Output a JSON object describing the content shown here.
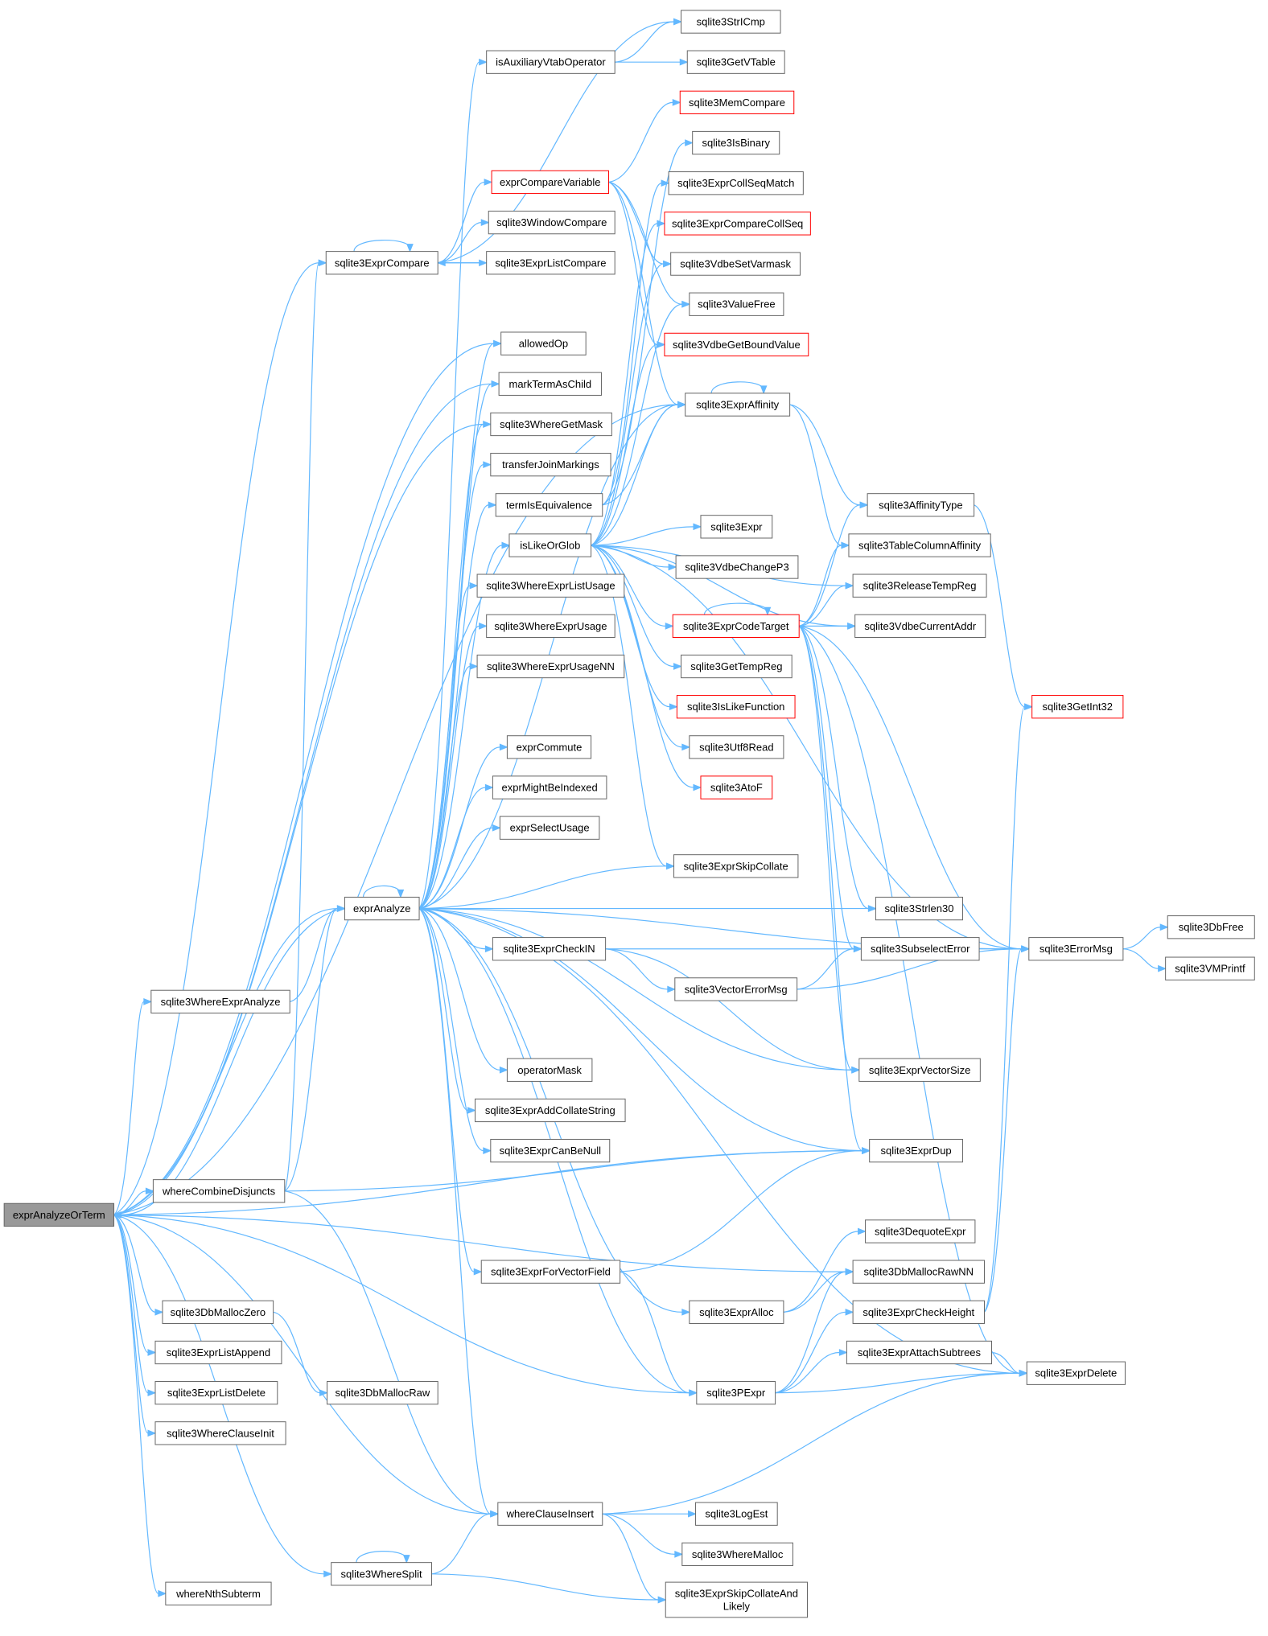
{
  "graph": {
    "nodes": [
      {
        "id": "exprAnalyzeOrTerm",
        "label": "exprAnalyzeOrTerm",
        "root": true
      },
      {
        "id": "sqlite3StrICmp",
        "label": "sqlite3StrICmp"
      },
      {
        "id": "isAuxiliaryVtabOperator",
        "label": "isAuxiliaryVtabOperator"
      },
      {
        "id": "sqlite3GetVTable",
        "label": "sqlite3GetVTable"
      },
      {
        "id": "sqlite3MemCompare",
        "label": "sqlite3MemCompare",
        "red": true
      },
      {
        "id": "sqlite3IsBinary",
        "label": "sqlite3IsBinary"
      },
      {
        "id": "exprCompareVariable",
        "label": "exprCompareVariable",
        "red": true
      },
      {
        "id": "sqlite3ExprCollSeqMatch",
        "label": "sqlite3ExprCollSeqMatch"
      },
      {
        "id": "sqlite3WindowCompare",
        "label": "sqlite3WindowCompare"
      },
      {
        "id": "sqlite3ExprCompareCollSeq",
        "label": "sqlite3ExprCompareCollSeq",
        "red": true
      },
      {
        "id": "sqlite3ExprCompare",
        "label": "sqlite3ExprCompare"
      },
      {
        "id": "sqlite3ExprListCompare",
        "label": "sqlite3ExprListCompare"
      },
      {
        "id": "sqlite3VdbeSetVarmask",
        "label": "sqlite3VdbeSetVarmask"
      },
      {
        "id": "sqlite3ValueFree",
        "label": "sqlite3ValueFree"
      },
      {
        "id": "allowedOp",
        "label": "allowedOp"
      },
      {
        "id": "sqlite3VdbeGetBoundValue",
        "label": "sqlite3VdbeGetBoundValue",
        "red": true
      },
      {
        "id": "markTermAsChild",
        "label": "markTermAsChild"
      },
      {
        "id": "sqlite3ExprAffinity",
        "label": "sqlite3ExprAffinity"
      },
      {
        "id": "sqlite3WhereGetMask",
        "label": "sqlite3WhereGetMask"
      },
      {
        "id": "transferJoinMarkings",
        "label": "transferJoinMarkings"
      },
      {
        "id": "termIsEquivalence",
        "label": "termIsEquivalence"
      },
      {
        "id": "sqlite3AffinityType",
        "label": "sqlite3AffinityType"
      },
      {
        "id": "sqlite3Expr",
        "label": "sqlite3Expr"
      },
      {
        "id": "isLikeOrGlob",
        "label": "isLikeOrGlob"
      },
      {
        "id": "sqlite3TableColumnAffinity",
        "label": "sqlite3TableColumnAffinity"
      },
      {
        "id": "sqlite3VdbeChangeP3",
        "label": "sqlite3VdbeChangeP3"
      },
      {
        "id": "sqlite3WhereExprListUsage",
        "label": "sqlite3WhereExprListUsage"
      },
      {
        "id": "sqlite3ReleaseTempReg",
        "label": "sqlite3ReleaseTempReg"
      },
      {
        "id": "sqlite3WhereExprUsage",
        "label": "sqlite3WhereExprUsage"
      },
      {
        "id": "sqlite3ExprCodeTarget",
        "label": "sqlite3ExprCodeTarget",
        "red": true
      },
      {
        "id": "sqlite3VdbeCurrentAddr",
        "label": "sqlite3VdbeCurrentAddr"
      },
      {
        "id": "sqlite3WhereExprUsageNN",
        "label": "sqlite3WhereExprUsageNN"
      },
      {
        "id": "sqlite3GetTempReg",
        "label": "sqlite3GetTempReg"
      },
      {
        "id": "sqlite3IsLikeFunction",
        "label": "sqlite3IsLikeFunction",
        "red": true
      },
      {
        "id": "sqlite3GetInt32",
        "label": "sqlite3GetInt32",
        "red": true
      },
      {
        "id": "exprCommute",
        "label": "exprCommute"
      },
      {
        "id": "sqlite3Utf8Read",
        "label": "sqlite3Utf8Read"
      },
      {
        "id": "exprMightBeIndexed",
        "label": "exprMightBeIndexed"
      },
      {
        "id": "sqlite3AtoF",
        "label": "sqlite3AtoF",
        "red": true
      },
      {
        "id": "exprSelectUsage",
        "label": "exprSelectUsage"
      },
      {
        "id": "sqlite3ExprSkipCollate",
        "label": "sqlite3ExprSkipCollate"
      },
      {
        "id": "exprAnalyze",
        "label": "exprAnalyze"
      },
      {
        "id": "sqlite3Strlen30",
        "label": "sqlite3Strlen30"
      },
      {
        "id": "sqlite3DbFree",
        "label": "sqlite3DbFree"
      },
      {
        "id": "sqlite3ExprCheckIN",
        "label": "sqlite3ExprCheckIN"
      },
      {
        "id": "sqlite3SubselectError",
        "label": "sqlite3SubselectError"
      },
      {
        "id": "sqlite3ErrorMsg",
        "label": "sqlite3ErrorMsg"
      },
      {
        "id": "sqlite3VMPrintf",
        "label": "sqlite3VMPrintf"
      },
      {
        "id": "sqlite3VectorErrorMsg",
        "label": "sqlite3VectorErrorMsg"
      },
      {
        "id": "sqlite3WhereExprAnalyze",
        "label": "sqlite3WhereExprAnalyze"
      },
      {
        "id": "operatorMask",
        "label": "operatorMask"
      },
      {
        "id": "sqlite3ExprVectorSize",
        "label": "sqlite3ExprVectorSize"
      },
      {
        "id": "sqlite3ExprAddCollateString",
        "label": "sqlite3ExprAddCollateString"
      },
      {
        "id": "sqlite3ExprCanBeNull",
        "label": "sqlite3ExprCanBeNull"
      },
      {
        "id": "sqlite3ExprDup",
        "label": "sqlite3ExprDup"
      },
      {
        "id": "whereCombineDisjuncts",
        "label": "whereCombineDisjuncts"
      },
      {
        "id": "sqlite3DequoteExpr",
        "label": "sqlite3DequoteExpr"
      },
      {
        "id": "sqlite3ExprForVectorField",
        "label": "sqlite3ExprForVectorField"
      },
      {
        "id": "sqlite3DbMallocRawNN",
        "label": "sqlite3DbMallocRawNN"
      },
      {
        "id": "sqlite3DbMallocZero",
        "label": "sqlite3DbMallocZero"
      },
      {
        "id": "sqlite3ExprAlloc",
        "label": "sqlite3ExprAlloc"
      },
      {
        "id": "sqlite3ExprCheckHeight",
        "label": "sqlite3ExprCheckHeight"
      },
      {
        "id": "sqlite3ExprListAppend",
        "label": "sqlite3ExprListAppend"
      },
      {
        "id": "sqlite3ExprAttachSubtrees",
        "label": "sqlite3ExprAttachSubtrees"
      },
      {
        "id": "sqlite3ExprDelete",
        "label": "sqlite3ExprDelete"
      },
      {
        "id": "sqlite3ExprListDelete",
        "label": "sqlite3ExprListDelete"
      },
      {
        "id": "sqlite3DbMallocRaw",
        "label": "sqlite3DbMallocRaw"
      },
      {
        "id": "sqlite3PExpr",
        "label": "sqlite3PExpr"
      },
      {
        "id": "sqlite3WhereClauseInit",
        "label": "sqlite3WhereClauseInit"
      },
      {
        "id": "whereClauseInsert",
        "label": "whereClauseInsert"
      },
      {
        "id": "sqlite3LogEst",
        "label": "sqlite3LogEst"
      },
      {
        "id": "sqlite3WhereMalloc",
        "label": "sqlite3WhereMalloc"
      },
      {
        "id": "sqlite3WhereSplit",
        "label": "sqlite3WhereSplit"
      },
      {
        "id": "sqlite3ExprSkipCollateAndLikely",
        "label": "sqlite3ExprSkipCollateAnd Likely",
        "lines": [
          "sqlite3ExprSkipCollateAnd",
          "Likely"
        ]
      },
      {
        "id": "whereNthSubterm",
        "label": "whereNthSubterm"
      }
    ],
    "edges": [
      [
        "exprAnalyzeOrTerm",
        "sqlite3ExprCompare"
      ],
      [
        "exprAnalyzeOrTerm",
        "allowedOp"
      ],
      [
        "exprAnalyzeOrTerm",
        "markTermAsChild"
      ],
      [
        "exprAnalyzeOrTerm",
        "sqlite3WhereGetMask"
      ],
      [
        "exprAnalyzeOrTerm",
        "sqlite3ExprAffinity"
      ],
      [
        "exprAnalyzeOrTerm",
        "exprAnalyze"
      ],
      [
        "exprAnalyzeOrTerm",
        "sqlite3WhereExprAnalyze"
      ],
      [
        "exprAnalyzeOrTerm",
        "whereCombineDisjuncts"
      ],
      [
        "exprAnalyzeOrTerm",
        "sqlite3ExprDup"
      ],
      [
        "exprAnalyzeOrTerm",
        "sqlite3DbMallocZero"
      ],
      [
        "exprAnalyzeOrTerm",
        "sqlite3ExprListAppend"
      ],
      [
        "exprAnalyzeOrTerm",
        "sqlite3ExprListDelete"
      ],
      [
        "exprAnalyzeOrTerm",
        "sqlite3WhereClauseInit"
      ],
      [
        "exprAnalyzeOrTerm",
        "sqlite3PExpr"
      ],
      [
        "exprAnalyzeOrTerm",
        "whereClauseInsert"
      ],
      [
        "exprAnalyzeOrTerm",
        "sqlite3WhereSplit"
      ],
      [
        "exprAnalyzeOrTerm",
        "whereNthSubterm"
      ],
      [
        "exprAnalyzeOrTerm",
        "sqlite3DbMallocRawNN"
      ],
      [
        "isAuxiliaryVtabOperator",
        "sqlite3StrICmp"
      ],
      [
        "isAuxiliaryVtabOperator",
        "sqlite3GetVTable"
      ],
      [
        "exprCompareVariable",
        "sqlite3MemCompare"
      ],
      [
        "exprCompareVariable",
        "sqlite3VdbeSetVarmask"
      ],
      [
        "exprCompareVariable",
        "sqlite3ValueFree"
      ],
      [
        "exprCompareVariable",
        "sqlite3VdbeGetBoundValue"
      ],
      [
        "exprCompareVariable",
        "sqlite3ExprAffinity"
      ],
      [
        "sqlite3ExprCompare",
        "sqlite3ExprCompare"
      ],
      [
        "sqlite3ExprCompare",
        "sqlite3StrICmp"
      ],
      [
        "sqlite3ExprCompare",
        "exprCompareVariable"
      ],
      [
        "sqlite3ExprCompare",
        "sqlite3WindowCompare"
      ],
      [
        "sqlite3ExprCompare",
        "sqlite3ExprListCompare"
      ],
      [
        "sqlite3ExprListCompare",
        "sqlite3ExprCompare"
      ],
      [
        "sqlite3ExprAffinity",
        "sqlite3ExprAffinity"
      ],
      [
        "sqlite3ExprAffinity",
        "sqlite3AffinityType"
      ],
      [
        "sqlite3ExprAffinity",
        "sqlite3TableColumnAffinity"
      ],
      [
        "sqlite3AffinityType",
        "sqlite3GetInt32"
      ],
      [
        "termIsEquivalence",
        "sqlite3IsBinary"
      ],
      [
        "termIsEquivalence",
        "sqlite3ExprCollSeqMatch"
      ],
      [
        "termIsEquivalence",
        "sqlite3ExprAffinity"
      ],
      [
        "isLikeOrGlob",
        "sqlite3ExprCompareCollSeq"
      ],
      [
        "isLikeOrGlob",
        "sqlite3VdbeSetVarmask"
      ],
      [
        "isLikeOrGlob",
        "sqlite3ValueFree"
      ],
      [
        "isLikeOrGlob",
        "sqlite3VdbeGetBoundValue"
      ],
      [
        "isLikeOrGlob",
        "sqlite3ExprAffinity"
      ],
      [
        "isLikeOrGlob",
        "sqlite3Expr"
      ],
      [
        "isLikeOrGlob",
        "sqlite3VdbeChangeP3"
      ],
      [
        "isLikeOrGlob",
        "sqlite3ExprCodeTarget"
      ],
      [
        "isLikeOrGlob",
        "sqlite3GetTempReg"
      ],
      [
        "isLikeOrGlob",
        "sqlite3IsLikeFunction"
      ],
      [
        "isLikeOrGlob",
        "sqlite3Utf8Read"
      ],
      [
        "isLikeOrGlob",
        "sqlite3AtoF"
      ],
      [
        "isLikeOrGlob",
        "sqlite3ReleaseTempReg"
      ],
      [
        "isLikeOrGlob",
        "sqlite3VdbeCurrentAddr"
      ],
      [
        "isLikeOrGlob",
        "sqlite3ExprSkipCollate"
      ],
      [
        "isLikeOrGlob",
        "sqlite3ErrorMsg"
      ],
      [
        "sqlite3ExprCodeTarget",
        "sqlite3ExprCodeTarget"
      ],
      [
        "sqlite3ExprCodeTarget",
        "sqlite3AffinityType"
      ],
      [
        "sqlite3ExprCodeTarget",
        "sqlite3TableColumnAffinity"
      ],
      [
        "sqlite3ExprCodeTarget",
        "sqlite3ReleaseTempReg"
      ],
      [
        "sqlite3ExprCodeTarget",
        "sqlite3VdbeCurrentAddr"
      ],
      [
        "sqlite3ExprCodeTarget",
        "sqlite3ErrorMsg"
      ],
      [
        "sqlite3ExprCodeTarget",
        "sqlite3Strlen30"
      ],
      [
        "sqlite3ExprCodeTarget",
        "sqlite3SubselectError"
      ],
      [
        "sqlite3ExprCodeTarget",
        "sqlite3ExprVectorSize"
      ],
      [
        "sqlite3ExprCodeTarget",
        "sqlite3ExprDup"
      ],
      [
        "sqlite3ExprCodeTarget",
        "sqlite3ExprDelete"
      ],
      [
        "exprAnalyze",
        "exprAnalyze"
      ],
      [
        "exprAnalyze",
        "isAuxiliaryVtabOperator"
      ],
      [
        "exprAnalyze",
        "allowedOp"
      ],
      [
        "exprAnalyze",
        "markTermAsChild"
      ],
      [
        "exprAnalyze",
        "sqlite3WhereGetMask"
      ],
      [
        "exprAnalyze",
        "transferJoinMarkings"
      ],
      [
        "exprAnalyze",
        "termIsEquivalence"
      ],
      [
        "exprAnalyze",
        "isLikeOrGlob"
      ],
      [
        "exprAnalyze",
        "sqlite3WhereExprListUsage"
      ],
      [
        "exprAnalyze",
        "sqlite3WhereExprUsage"
      ],
      [
        "exprAnalyze",
        "sqlite3WhereExprUsageNN"
      ],
      [
        "exprAnalyze",
        "exprCommute"
      ],
      [
        "exprAnalyze",
        "exprMightBeIndexed"
      ],
      [
        "exprAnalyze",
        "exprSelectUsage"
      ],
      [
        "exprAnalyze",
        "sqlite3ExprSkipCollate"
      ],
      [
        "exprAnalyze",
        "sqlite3Strlen30"
      ],
      [
        "exprAnalyze",
        "sqlite3ExprCheckIN"
      ],
      [
        "exprAnalyze",
        "operatorMask"
      ],
      [
        "exprAnalyze",
        "sqlite3ExprAddCollateString"
      ],
      [
        "exprAnalyze",
        "sqlite3ExprCanBeNull"
      ],
      [
        "exprAnalyze",
        "sqlite3ExprForVectorField"
      ],
      [
        "exprAnalyze",
        "sqlite3ExprAlloc"
      ],
      [
        "exprAnalyze",
        "sqlite3PExpr"
      ],
      [
        "exprAnalyze",
        "whereClauseInsert"
      ],
      [
        "exprAnalyze",
        "sqlite3ExprDup"
      ],
      [
        "exprAnalyze",
        "sqlite3ExprVectorSize"
      ],
      [
        "exprAnalyze",
        "sqlite3ExprDelete"
      ],
      [
        "exprAnalyze",
        "exprAnalyzeOrTerm"
      ],
      [
        "exprAnalyze",
        "sqlite3ErrorMsg"
      ],
      [
        "exprAnalyze",
        "sqlite3ExprAffinity"
      ],
      [
        "sqlite3ExprCheckIN",
        "sqlite3SubselectError"
      ],
      [
        "sqlite3ExprCheckIN",
        "sqlite3VectorErrorMsg"
      ],
      [
        "sqlite3ExprCheckIN",
        "sqlite3ExprVectorSize"
      ],
      [
        "sqlite3SubselectError",
        "sqlite3ErrorMsg"
      ],
      [
        "sqlite3VectorErrorMsg",
        "sqlite3SubselectError"
      ],
      [
        "sqlite3VectorErrorMsg",
        "sqlite3ErrorMsg"
      ],
      [
        "sqlite3ErrorMsg",
        "sqlite3DbFree"
      ],
      [
        "sqlite3ErrorMsg",
        "sqlite3VMPrintf"
      ],
      [
        "sqlite3WhereExprAnalyze",
        "exprAnalyze"
      ],
      [
        "whereCombineDisjuncts",
        "exprAnalyze"
      ],
      [
        "whereCombineDisjuncts",
        "sqlite3ExprCompare"
      ],
      [
        "whereCombineDisjuncts",
        "sqlite3ExprDup"
      ],
      [
        "whereCombineDisjuncts",
        "whereClauseInsert"
      ],
      [
        "sqlite3ExprForVectorField",
        "sqlite3ExprDup"
      ],
      [
        "sqlite3ExprForVectorField",
        "sqlite3PExpr"
      ],
      [
        "sqlite3ExprAlloc",
        "sqlite3DequoteExpr"
      ],
      [
        "sqlite3ExprAlloc",
        "sqlite3DbMallocRawNN"
      ],
      [
        "sqlite3DbMallocZero",
        "sqlite3DbMallocRaw"
      ],
      [
        "sqlite3PExpr",
        "sqlite3DbMallocRawNN"
      ],
      [
        "sqlite3PExpr",
        "sqlite3ExprCheckHeight"
      ],
      [
        "sqlite3PExpr",
        "sqlite3ExprAttachSubtrees"
      ],
      [
        "sqlite3PExpr",
        "sqlite3ExprDelete"
      ],
      [
        "sqlite3ExprCheckHeight",
        "sqlite3GetInt32"
      ],
      [
        "sqlite3ExprCheckHeight",
        "sqlite3ErrorMsg"
      ],
      [
        "sqlite3ExprAttachSubtrees",
        "sqlite3ExprDelete"
      ],
      [
        "whereClauseInsert",
        "sqlite3ExprDelete"
      ],
      [
        "whereClauseInsert",
        "sqlite3LogEst"
      ],
      [
        "whereClauseInsert",
        "sqlite3WhereMalloc"
      ],
      [
        "whereClauseInsert",
        "sqlite3ExprSkipCollateAndLikely"
      ],
      [
        "sqlite3WhereSplit",
        "sqlite3WhereSplit"
      ],
      [
        "sqlite3WhereSplit",
        "whereClauseInsert"
      ],
      [
        "sqlite3WhereSplit",
        "sqlite3ExprSkipCollateAndLikely"
      ]
    ]
  }
}
